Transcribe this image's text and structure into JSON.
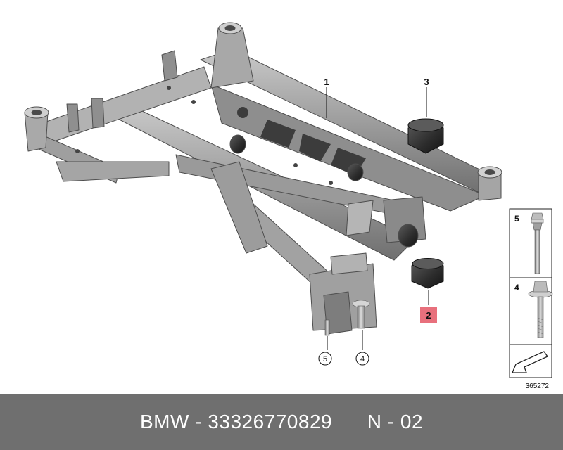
{
  "callouts": {
    "c1": "1",
    "c2": "2",
    "c3": "3",
    "c4": "4",
    "c5": "5"
  },
  "side_panel": {
    "item_top": "5",
    "item_mid": "4"
  },
  "ref_number": "365272",
  "footer": {
    "text": "BMW - 33326770829      N - 02"
  },
  "colors": {
    "footer_bg": "#6f6f6f",
    "highlight": "#e8707c",
    "part_metal": "#9a9a9a",
    "part_dark": "#3a3a3a"
  }
}
